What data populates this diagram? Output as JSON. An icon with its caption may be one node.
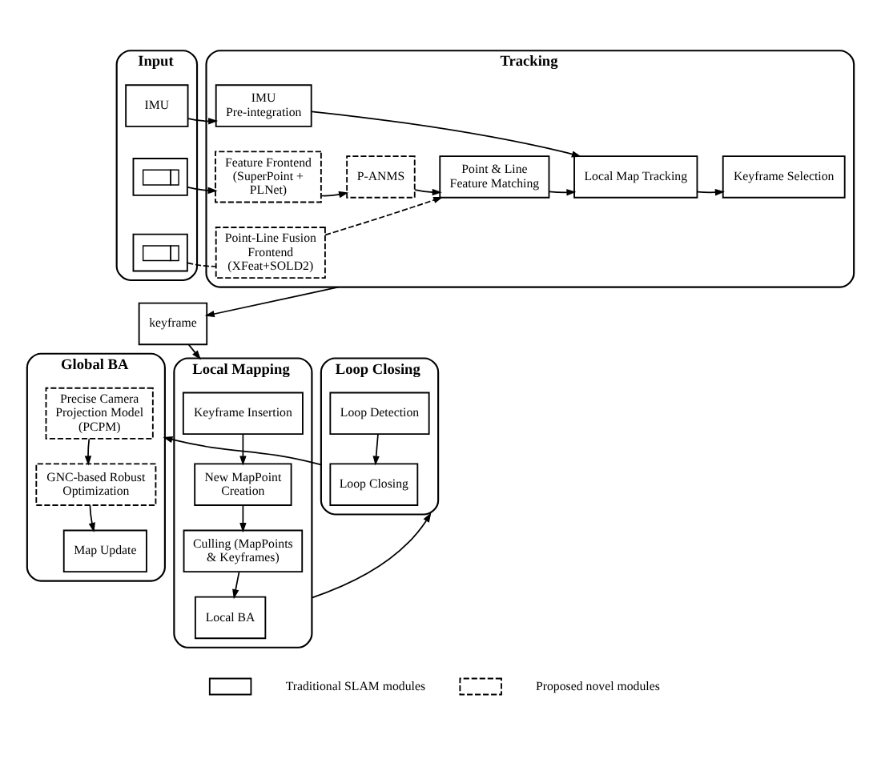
{
  "diagram": {
    "nodes": [
      {
        "text": [
          "Input"
        ]
      },
      {
        "text": [
          "IMU"
        ],
        "in": 0
      },
      {
        "text": [],
        "shape": "camera",
        "in": 0
      },
      {
        "text": [],
        "shape": "camera",
        "in": 0
      },
      {
        "text": [
          "Tracking"
        ]
      },
      {
        "text": [
          "IMU Pre-integration"
        ],
        "in": 4
      },
      {
        "text": [
          "Feature Frontend (SuperPoint + PLNet)"
        ],
        "in": 4
      },
      {
        "text": [
          "P-ANMS"
        ],
        "in": 4
      },
      {
        "text": [
          "Point-Line Fusion Frontend (XFeat+SOLD2)"
        ],
        "in": 4
      },
      {
        "text": [
          "Point & Line Feature Matching"
        ],
        "in": 4
      },
      {
        "text": [
          "Local Map Tracking"
        ],
        "in": 4
      },
      {
        "text": [
          "Keyframe Selection"
        ],
        "in": 4
      },
      {
        "text": [
          "keyframe"
        ]
      },
      {
        "text": [
          "Global BA"
        ]
      },
      {
        "text": [
          "Precise Camera Projection Model (PCPM)"
        ],
        "in": 13
      },
      {
        "text": [
          "GNC-based Robust Optimization"
        ],
        "in": 13
      },
      {
        "text": [
          "Map Update"
        ],
        "in": 13
      },
      {
        "text": [
          "Loop Closing"
        ]
      },
      {
        "text": [
          "Loop Detection"
        ],
        "in": 17
      },
      {
        "text": [
          "Loop Closing"
        ],
        "in": 17
      },
      {
        "text": [
          "Local Mapping"
        ]
      },
      {
        "text": [
          "Keyframe Insertion"
        ],
        "in": 20
      },
      {
        "text": [
          "New MapPoint Creation"
        ],
        "in": 20
      },
      {
        "text": [
          "Culling (MapPoints & Keyframes)"
        ],
        "in": 20
      },
      {
        "text": [
          "Local BA"
        ],
        "in": 20
      }
    ],
    "edges": [
      {
        "from": 1,
        "to": 5,
        "arrow": "to"
      },
      {
        "from": 2,
        "to": 6,
        "arrow": "to"
      },
      {
        "from": 3,
        "to": 8,
        "arrow": "none",
        "style": "dashed"
      },
      {
        "from": 6,
        "to": 7,
        "arrow": "to"
      },
      {
        "from": 7,
        "to": 9,
        "arrow": "to"
      },
      {
        "from": 8,
        "to": 9,
        "arrow": "to",
        "style": "dashed"
      },
      {
        "from": 9,
        "to": 10,
        "arrow": "to"
      },
      {
        "from": 5,
        "to": 10,
        "arrow": "to"
      },
      {
        "from": 10,
        "to": 11,
        "arrow": "to"
      },
      {
        "from": 4,
        "to": 12,
        "arrow": "to"
      },
      {
        "from": 12,
        "to": 20,
        "arrow": "to"
      },
      {
        "from": 21,
        "to": 22,
        "arrow": "to"
      },
      {
        "from": 22,
        "to": 23,
        "arrow": "to"
      },
      {
        "from": 23,
        "to": 24,
        "arrow": "to"
      },
      {
        "from": 20,
        "to": 17,
        "arrow": "to"
      },
      {
        "from": 18,
        "to": 19,
        "arrow": "to"
      },
      {
        "from": 17,
        "to": 13,
        "arrow": "to"
      },
      {
        "from": 14,
        "to": 15,
        "arrow": "to"
      },
      {
        "from": 15,
        "to": 16,
        "arrow": "to"
      }
    ],
    "legend": [
      {
        "text": "Traditional SLAM modules"
      },
      {
        "text": "Proposed novel modules"
      }
    ]
  }
}
